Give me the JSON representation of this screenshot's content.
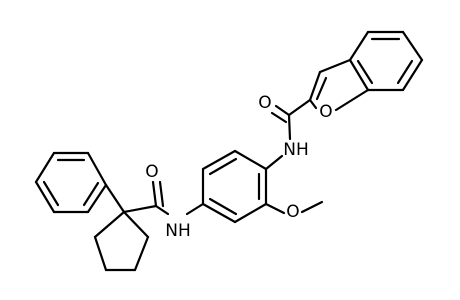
{
  "diagram": {
    "type": "chemical-structure",
    "bond_color": "#000000",
    "background": "#ffffff",
    "atom_labels": {
      "benzofuran_o": "O",
      "carbonyl_o_1": "O",
      "amide_nh_1": "NH",
      "methoxy_o": "O",
      "carbonyl_o_2": "O",
      "amide_nh_2": "NH"
    }
  }
}
